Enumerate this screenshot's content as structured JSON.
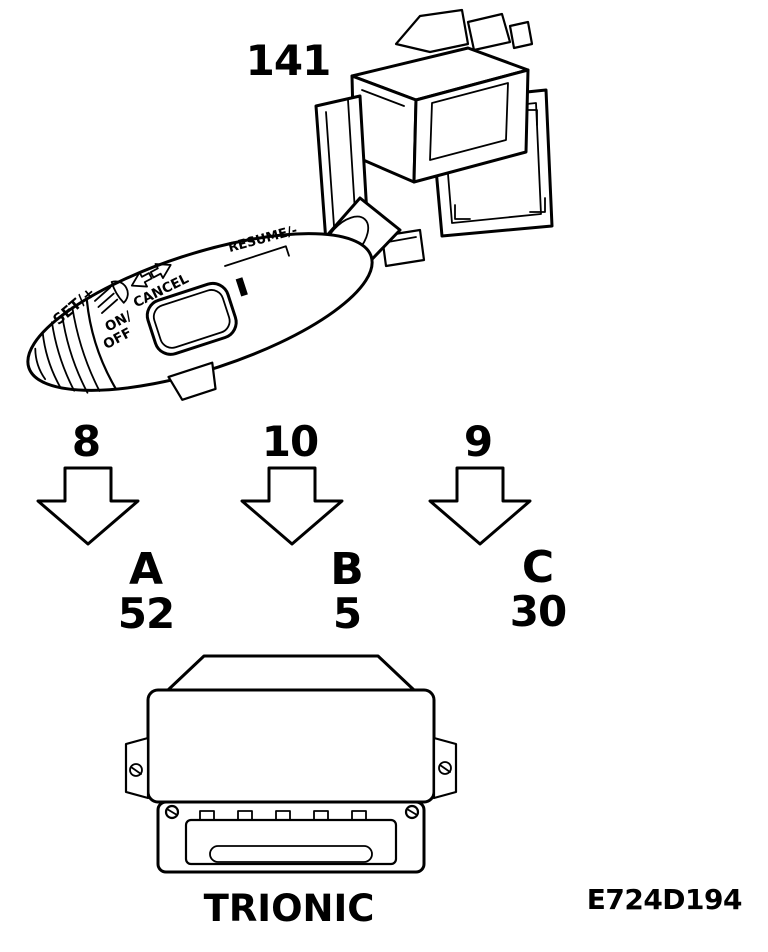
{
  "figure": {
    "component_number": "141",
    "stalk_labels": {
      "set": "SET/+",
      "resume": "RESUME/-",
      "on": "ON/",
      "off": "OFF",
      "cancel": "CANCEL"
    },
    "connectors": [
      {
        "wire_count": "8",
        "connector_letter": "A",
        "pin_number": "52"
      },
      {
        "wire_count": "10",
        "connector_letter": "B",
        "pin_number": "5"
      },
      {
        "wire_count": "9",
        "connector_letter": "C",
        "pin_number": "30"
      }
    ],
    "ecu_label": "TRIONIC",
    "drawing_number": "E724D194"
  },
  "icons": {
    "headlight_flash": "headlight-flash-icon",
    "turn_signal_arrows": "turn-signal-arrows-icon"
  },
  "colors": {
    "line": "#000000",
    "background": "#ffffff"
  }
}
